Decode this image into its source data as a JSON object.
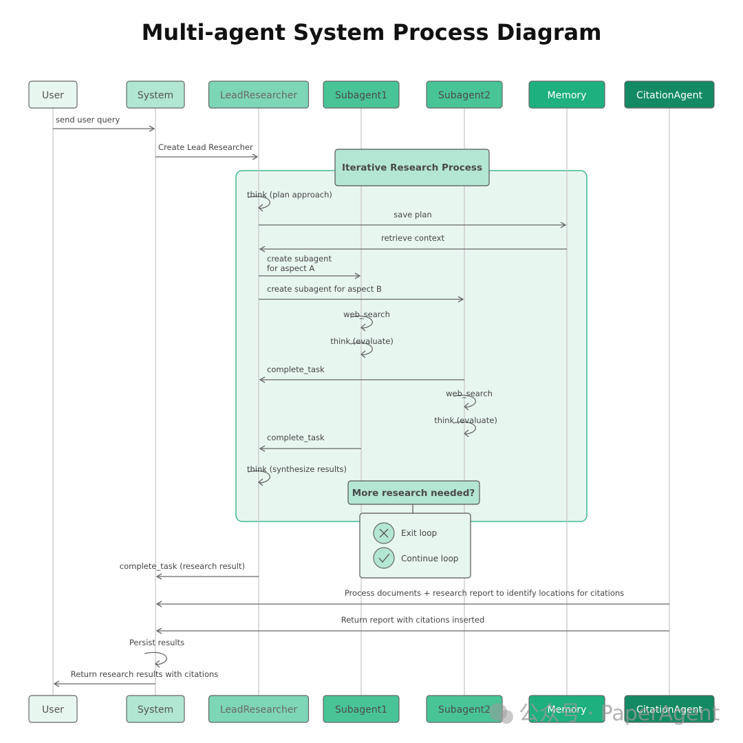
{
  "title": "Multi-agent System Process Diagram",
  "participants": [
    {
      "name": "User",
      "fill": "#e8f6f0",
      "text": "#555555"
    },
    {
      "name": "System",
      "fill": "#b0e6d2",
      "text": "#555555"
    },
    {
      "name": "LeadResearcher",
      "fill": "#7dd6b6",
      "text": "#6a6a6a"
    },
    {
      "name": "Subagent1",
      "fill": "#48c497",
      "text": "#4d4d4d"
    },
    {
      "name": "Subagent2",
      "fill": "#48c497",
      "text": "#4d4d4d"
    },
    {
      "name": "Memory",
      "fill": "#1eb07f",
      "text": "#ffffff"
    },
    {
      "name": "CitationAgent",
      "fill": "#138a63",
      "text": "#ffffff"
    }
  ],
  "loop_title": "Iterative Research Process",
  "decision": {
    "question": "More research needed?",
    "options": [
      "Exit loop",
      "Continue loop"
    ]
  },
  "messages": [
    {
      "label": "send user query",
      "from": 0,
      "to": 1
    },
    {
      "label": "Create Lead Researcher",
      "from": 1,
      "to": 2
    },
    {
      "label": "think (plan approach)",
      "self": 2
    },
    {
      "label": "save plan",
      "from": 2,
      "to": 5
    },
    {
      "label": "retrieve context",
      "from": 5,
      "to": 2
    },
    {
      "label": "create subagent for aspect A",
      "from": 2,
      "to": 3
    },
    {
      "label": "create subagent for aspect B",
      "from": 2,
      "to": 4
    },
    {
      "label": "web_search",
      "self": 3
    },
    {
      "label": "think (evaluate)",
      "self": 3
    },
    {
      "label": "complete_task",
      "from": 4,
      "to": 2
    },
    {
      "label": "web_search",
      "self": 4
    },
    {
      "label": "think (evaluate)",
      "self": 4
    },
    {
      "label": "complete_task",
      "from": 3,
      "to": 2
    },
    {
      "label": "think (synthesize results)",
      "self": 2
    },
    {
      "label": "complete_task (research result)",
      "from": 2,
      "to": 1
    },
    {
      "label": "Process documents + research report to identify locations for citations",
      "from": 6,
      "to": 1
    },
    {
      "label": "Return report with citations inserted",
      "from": 6,
      "to": 1
    },
    {
      "label": "Persist results",
      "self": 1
    },
    {
      "label": "Return research results with citations",
      "from": 1,
      "to": 0
    }
  ],
  "watermark": "公众号 · PaperAgent"
}
